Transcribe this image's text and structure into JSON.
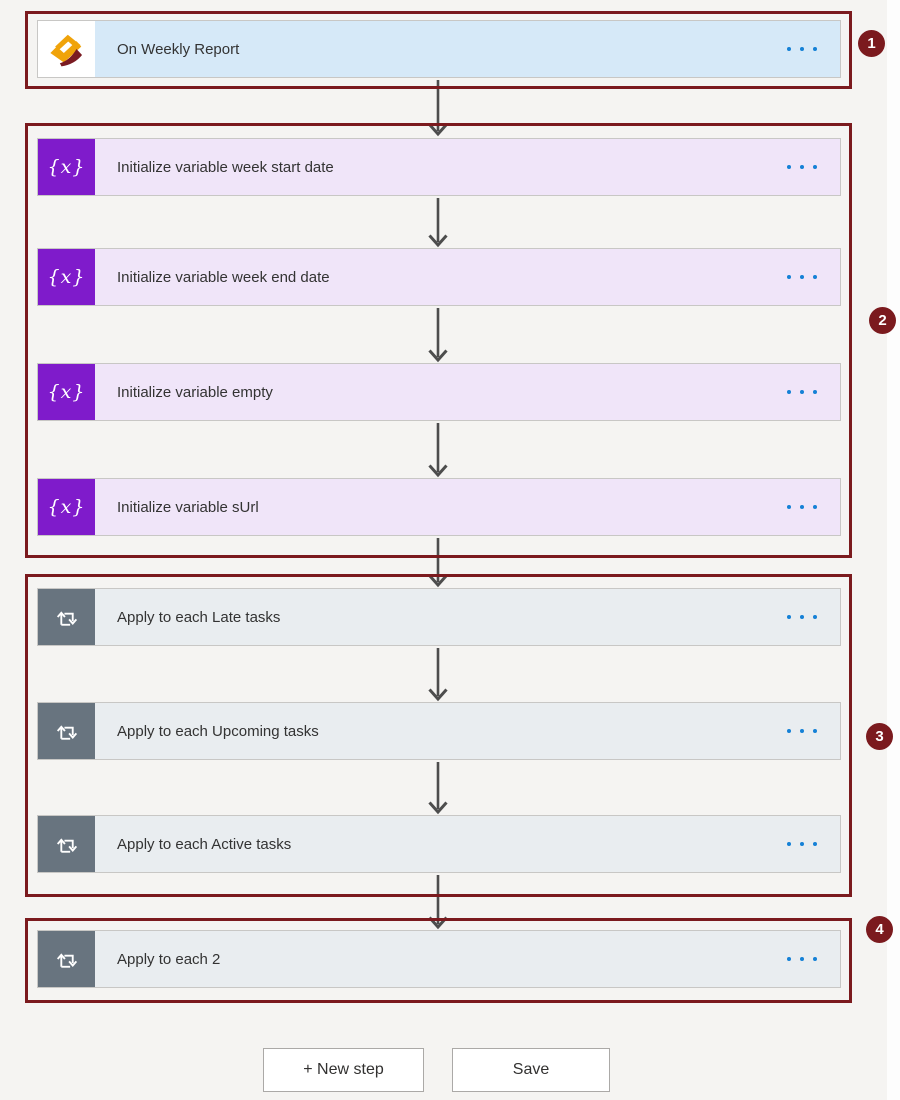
{
  "flow": {
    "cards": [
      {
        "type": "trigger",
        "icon": "weekly-report-trigger-icon",
        "title": "On Weekly Report",
        "menu_icon": "ellipsis-icon"
      },
      {
        "type": "initialize-variable",
        "icon": "variable-braces-icon",
        "icon_glyph": "{x}",
        "title": "Initialize variable week start date",
        "menu_icon": "ellipsis-icon"
      },
      {
        "type": "initialize-variable",
        "icon": "variable-braces-icon",
        "icon_glyph": "{x}",
        "title": "Initialize variable week end date",
        "menu_icon": "ellipsis-icon"
      },
      {
        "type": "initialize-variable",
        "icon": "variable-braces-icon",
        "icon_glyph": "{x}",
        "title": "Initialize variable empty",
        "menu_icon": "ellipsis-icon"
      },
      {
        "type": "initialize-variable",
        "icon": "variable-braces-icon",
        "icon_glyph": "{x}",
        "title": "Initialize variable sUrl",
        "menu_icon": "ellipsis-icon"
      },
      {
        "type": "apply-to-each",
        "icon": "loop-icon",
        "title": "Apply to each Late tasks",
        "menu_icon": "ellipsis-icon"
      },
      {
        "type": "apply-to-each",
        "icon": "loop-icon",
        "title": "Apply to each Upcoming tasks",
        "menu_icon": "ellipsis-icon"
      },
      {
        "type": "apply-to-each",
        "icon": "loop-icon",
        "title": "Apply to each Active tasks",
        "menu_icon": "ellipsis-icon"
      },
      {
        "type": "apply-to-each",
        "icon": "loop-icon",
        "title": "Apply to each 2",
        "menu_icon": "ellipsis-icon"
      }
    ]
  },
  "annotations": {
    "badges": [
      {
        "label": "1"
      },
      {
        "label": "2"
      },
      {
        "label": "3"
      },
      {
        "label": "4"
      }
    ],
    "frame_color": "#7B1A1E"
  },
  "footer": {
    "buttons": [
      {
        "label": "+ New step"
      },
      {
        "label": "Save"
      }
    ]
  },
  "colors": {
    "canvas_bg": "#F5F4F2",
    "trigger_card_bg": "#D6E9F8",
    "variable_card_bg": "#F0E5F9",
    "variable_icon_bg": "#7F1BCB",
    "apply_card_bg": "#E9EDF0",
    "apply_icon_bg": "#68747F",
    "menu_dots": "#1581D6",
    "arrow": "#4D4D4D",
    "annotation": "#7B1A1E",
    "trigger_icon_gold": "#F0A30A",
    "trigger_icon_maroon": "#7A1B22"
  }
}
